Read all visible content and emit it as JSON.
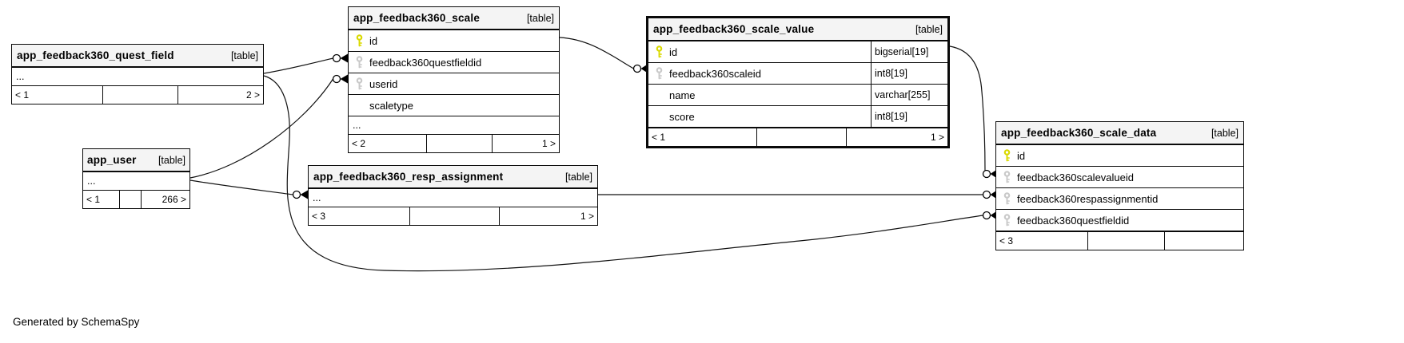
{
  "diagram": {
    "generated_note": "Generated by SchemaSpy",
    "colors": {
      "primary_key": "#dada00",
      "foreign_key": "#c9c9c9",
      "border": "#000000",
      "header_bg": "#f4f4f4",
      "edge": "#111111"
    },
    "tables": [
      {
        "name": "app_feedback360_quest_field",
        "tag": "[table]",
        "ellipsis": "...",
        "footer": {
          "left": "< 1",
          "middle": "",
          "right": "2 >"
        }
      },
      {
        "name": "app_feedback360_scale",
        "tag": "[table]",
        "columns": [
          {
            "name": "id",
            "key": "primary"
          },
          {
            "name": "feedback360questfieldid",
            "key": "foreign"
          },
          {
            "name": "userid",
            "key": "foreign"
          },
          {
            "name": "scaletype",
            "key": "none"
          }
        ],
        "ellipsis": "...",
        "footer": {
          "left": "< 2",
          "middle": "",
          "right": "1 >"
        }
      },
      {
        "name": "app_feedback360_scale_value",
        "tag": "[table]",
        "emphasized": true,
        "columns": [
          {
            "name": "id",
            "key": "primary",
            "type": "bigserial[19]"
          },
          {
            "name": "feedback360scaleid",
            "key": "foreign",
            "type": "int8[19]"
          },
          {
            "name": "name",
            "key": "none",
            "type": "varchar[255]"
          },
          {
            "name": "score",
            "key": "none",
            "type": "int8[19]"
          }
        ],
        "footer": {
          "left": "< 1",
          "middle": "",
          "right": "1 >"
        }
      },
      {
        "name": "app_user",
        "tag": "[table]",
        "ellipsis": "...",
        "footer": {
          "left": "< 1",
          "middle": "",
          "right": "266 >"
        }
      },
      {
        "name": "app_feedback360_resp_assignment",
        "tag": "[table]",
        "ellipsis": "...",
        "footer": {
          "left": "< 3",
          "middle": "",
          "right": "1 >"
        }
      },
      {
        "name": "app_feedback360_scale_data",
        "tag": "[table]",
        "columns": [
          {
            "name": "id",
            "key": "primary"
          },
          {
            "name": "feedback360scalevalueid",
            "key": "foreign"
          },
          {
            "name": "feedback360respassignmentid",
            "key": "foreign"
          },
          {
            "name": "feedback360questfieldid",
            "key": "foreign"
          }
        ],
        "footer": {
          "left": "< 3",
          "middle": "",
          "right": ""
        }
      }
    ]
  }
}
